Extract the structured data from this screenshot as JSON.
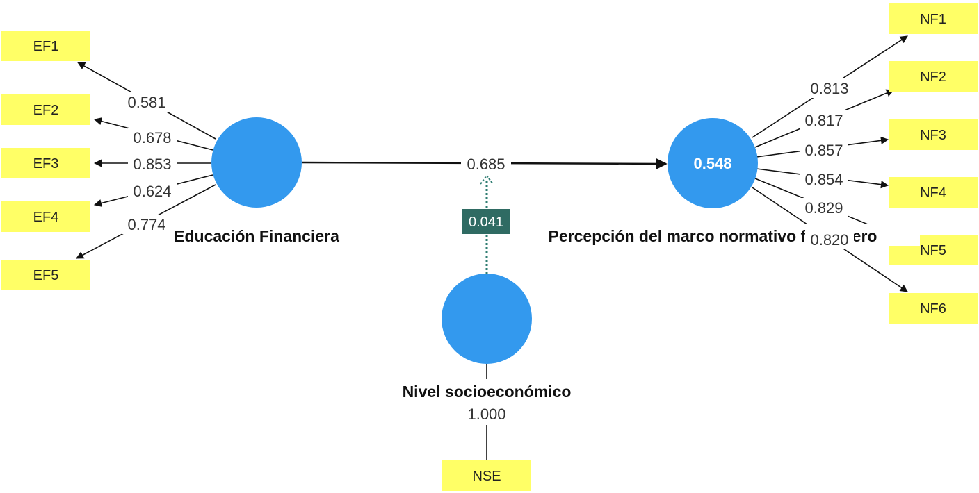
{
  "colors": {
    "construct_fill": "#3399ee",
    "indicator_fill": "#ffff66",
    "moderator_line": "#2f7d72",
    "moderator_box": "#2f6b63",
    "arrow": "#111111"
  },
  "constructs": {
    "ef": {
      "label": "Educación Financiera",
      "r2": ""
    },
    "pmn": {
      "label": "Percepción del marco normativo financiero",
      "r2": "0.548"
    },
    "nse": {
      "label": "Nivel socioeconómico",
      "r2": ""
    }
  },
  "indicators": {
    "ef": [
      {
        "label": "EF1",
        "loading": "0.581"
      },
      {
        "label": "EF2",
        "loading": "0.678"
      },
      {
        "label": "EF3",
        "loading": "0.853"
      },
      {
        "label": "EF4",
        "loading": "0.624"
      },
      {
        "label": "EF5",
        "loading": "0.774"
      }
    ],
    "nf": [
      {
        "label": "NF1",
        "loading": "0.813"
      },
      {
        "label": "NF2",
        "loading": "0.817"
      },
      {
        "label": "NF3",
        "loading": "0.857"
      },
      {
        "label": "NF4",
        "loading": "0.854"
      },
      {
        "label": "NF5",
        "loading": "0.829"
      },
      {
        "label": "NF6",
        "loading": "0.820"
      }
    ],
    "nse": [
      {
        "label": "NSE",
        "loading": "1.000"
      }
    ]
  },
  "paths": {
    "ef_to_pmn": "0.685",
    "moderation": "0.041"
  }
}
